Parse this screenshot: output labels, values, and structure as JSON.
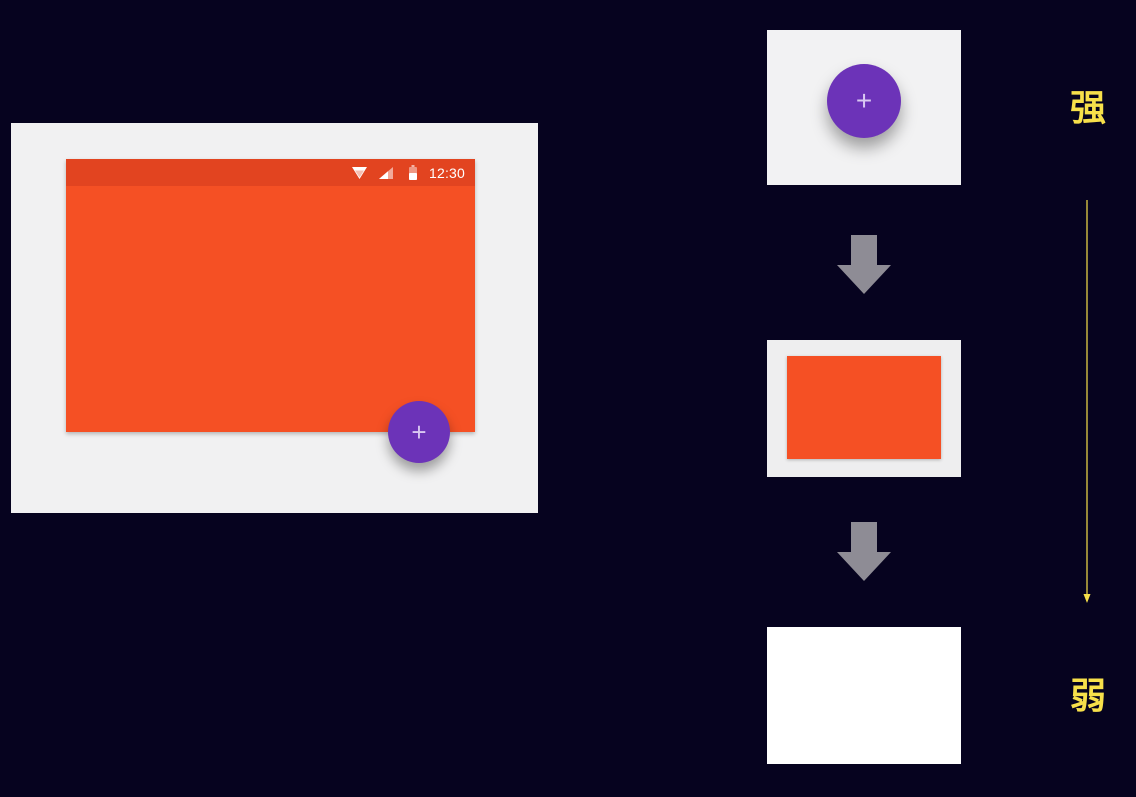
{
  "mockup": {
    "status_time": "12:30",
    "fab_symbol": "+",
    "icons": [
      "wifi-icon",
      "signal-icon",
      "battery-icon"
    ],
    "colors": {
      "background": "#06031f",
      "app_bar": "#f55024",
      "status_bar": "#e24420",
      "fab": "#6c33b8"
    }
  },
  "levels": [
    {
      "name": "floating-action-button",
      "symbol": "+"
    },
    {
      "name": "card"
    },
    {
      "name": "background-sheet"
    }
  ],
  "scale": {
    "strong_label": "强",
    "weak_label": "弱",
    "label_color": "#f7e04a"
  }
}
